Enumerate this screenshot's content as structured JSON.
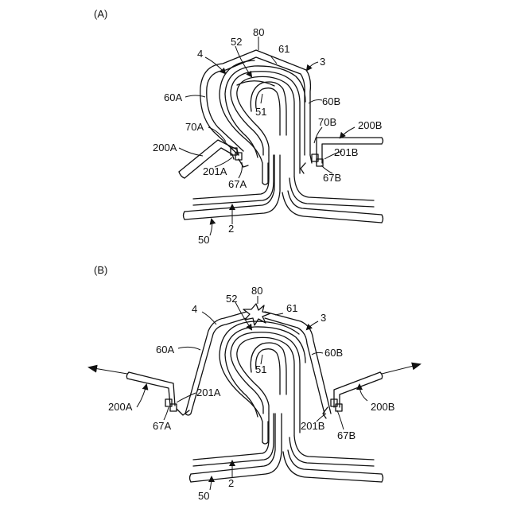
{
  "panels": [
    {
      "id": "A",
      "panel_label": "(A)",
      "labels": {
        "n80": "80",
        "n52": "52",
        "n61": "61",
        "n4": "4",
        "n3": "3",
        "n60A": "60A",
        "n60B": "60B",
        "n51": "51",
        "n70A": "70A",
        "n70B": "70B",
        "n200A": "200A",
        "n200B": "200B",
        "n201A": "201A",
        "n201B": "201B",
        "n67A": "67A",
        "n67B": "67B",
        "n50": "50",
        "n2": "2"
      }
    },
    {
      "id": "B",
      "panel_label": "(B)",
      "labels": {
        "n80": "80",
        "n52": "52",
        "n61": "61",
        "n4": "4",
        "n3": "3",
        "n60A": "60A",
        "n60B": "60B",
        "n51": "51",
        "n200A": "200A",
        "n200B": "200B",
        "n201A": "201A",
        "n201B": "201B",
        "n67A": "67A",
        "n67B": "67B",
        "n50": "50",
        "n2": "2"
      }
    }
  ]
}
